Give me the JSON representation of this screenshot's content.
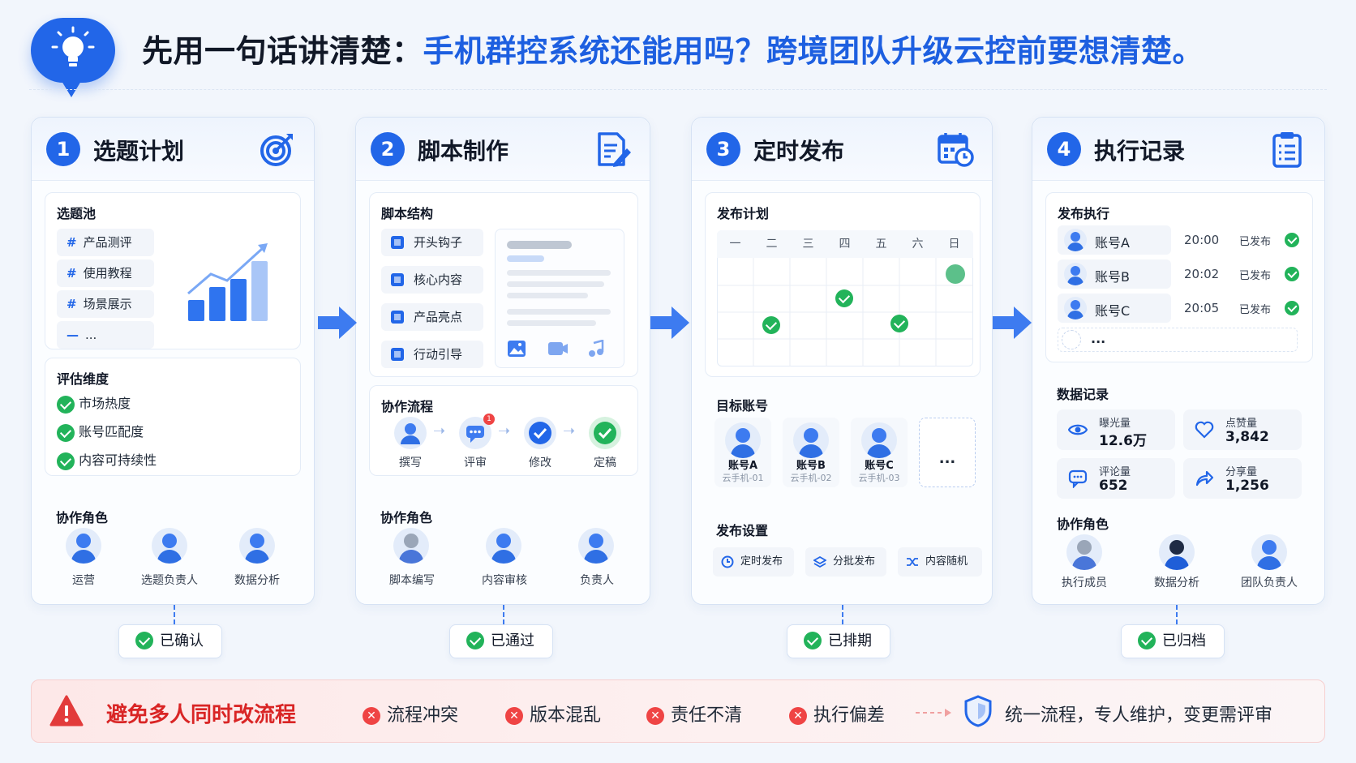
{
  "header": {
    "title_part1": "先用一句话讲清楚：",
    "title_part2": "手机群控系统还能用吗？跨境团队升级云控前要想清楚。",
    "icon": "lightbulb-icon"
  },
  "colors": {
    "primary": "#2266e8",
    "success": "#22b35a",
    "danger": "#d92525"
  },
  "cards": [
    {
      "num": "1",
      "title": "选题计划",
      "icon": "target-icon",
      "pool_title": "选题池",
      "pool_items": [
        "产品测评",
        "使用教程",
        "场景展示",
        "..."
      ],
      "eval_title": "评估维度",
      "eval_items": [
        "市场热度",
        "账号匹配度",
        "内容可持续性"
      ],
      "roles_title": "协作角色",
      "roles": [
        "运营",
        "选题负责人",
        "数据分析"
      ],
      "badge": "已确认"
    },
    {
      "num": "2",
      "title": "脚本制作",
      "icon": "document-edit-icon",
      "struct_title": "脚本结构",
      "struct_items": [
        "开头钩子",
        "核心内容",
        "产品亮点",
        "行动引导"
      ],
      "flow_title": "协作流程",
      "flow_steps": [
        "撰写",
        "评审",
        "修改",
        "定稿"
      ],
      "flow_notice": "1",
      "roles_title": "协作角色",
      "roles": [
        "脚本编写",
        "内容审核",
        "负责人"
      ],
      "badge": "已通过"
    },
    {
      "num": "3",
      "title": "定时发布",
      "icon": "calendar-clock-icon",
      "plan_title": "发布计划",
      "weekdays": [
        "一",
        "二",
        "三",
        "四",
        "五",
        "六",
        "日"
      ],
      "target_title": "目标账号",
      "accounts": [
        {
          "name": "账号A",
          "sub": "云手机-01"
        },
        {
          "name": "账号B",
          "sub": "云手机-02"
        },
        {
          "name": "账号C",
          "sub": "云手机-03"
        }
      ],
      "more": "...",
      "settings_title": "发布设置",
      "settings": [
        "定时发布",
        "分批发布",
        "内容随机"
      ],
      "badge": "已排期"
    },
    {
      "num": "4",
      "title": "执行记录",
      "icon": "clipboard-icon",
      "exec_title": "发布执行",
      "exec_rows": [
        {
          "name": "账号A",
          "time": "20:00",
          "status": "已发布"
        },
        {
          "name": "账号B",
          "time": "20:02",
          "status": "已发布"
        },
        {
          "name": "账号C",
          "time": "20:05",
          "status": "已发布"
        }
      ],
      "more": "...",
      "data_title": "数据记录",
      "stats": [
        {
          "label": "曝光量",
          "value": "12.6万"
        },
        {
          "label": "点赞量",
          "value": "3,842"
        },
        {
          "label": "评论量",
          "value": "652"
        },
        {
          "label": "分享量",
          "value": "1,256"
        }
      ],
      "roles_title": "协作角色",
      "roles": [
        "执行成员",
        "数据分析",
        "团队负责人"
      ],
      "badge": "已归档"
    }
  ],
  "footer": {
    "warning": "避免多人同时改流程",
    "issues": [
      "流程冲突",
      "版本混乱",
      "责任不清",
      "执行偏差"
    ],
    "solution": "统一流程，专人维护，变更需评审"
  }
}
